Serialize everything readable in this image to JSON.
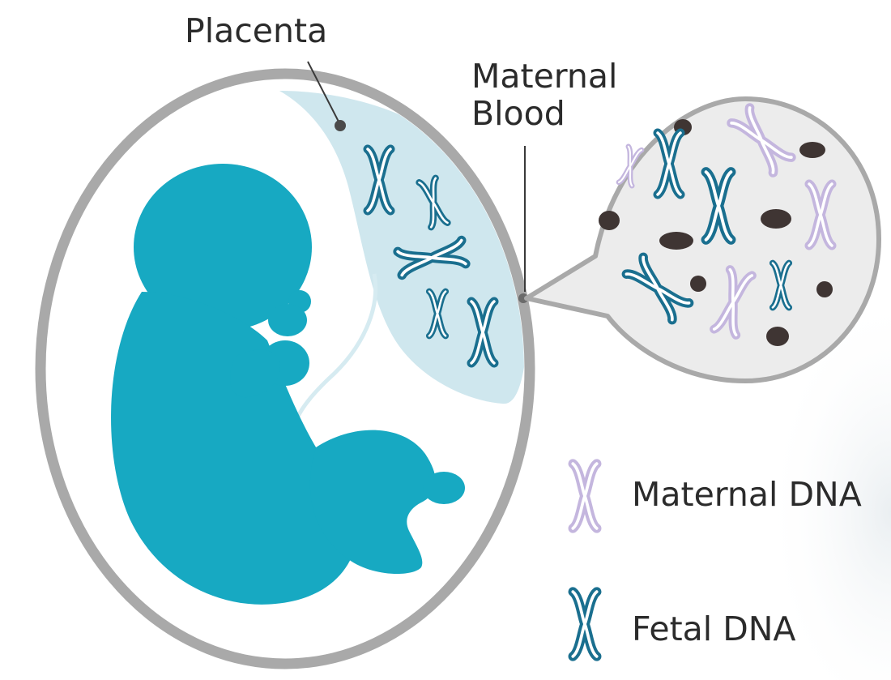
{
  "labels": {
    "placenta": "Placenta",
    "maternal_blood_line1": "Maternal",
    "maternal_blood_line2": "Blood"
  },
  "legend": {
    "maternal_dna": "Maternal DNA",
    "fetal_dna": "Fetal DNA"
  },
  "colors": {
    "fetus": "#17a9c2",
    "uterus_wall": "#a9a9a9",
    "placenta_fill": "#cfe7ee",
    "fetal_dna": "#1a6f8f",
    "maternal_dna": "#c4b6de",
    "blood_cells": "#3f3533",
    "bubble_fill": "#ececec",
    "text": "#2b2b2b"
  },
  "icons": {
    "fetal_chromosome": "chromosome-x-icon",
    "maternal_chromosome": "chromosome-x-icon"
  }
}
